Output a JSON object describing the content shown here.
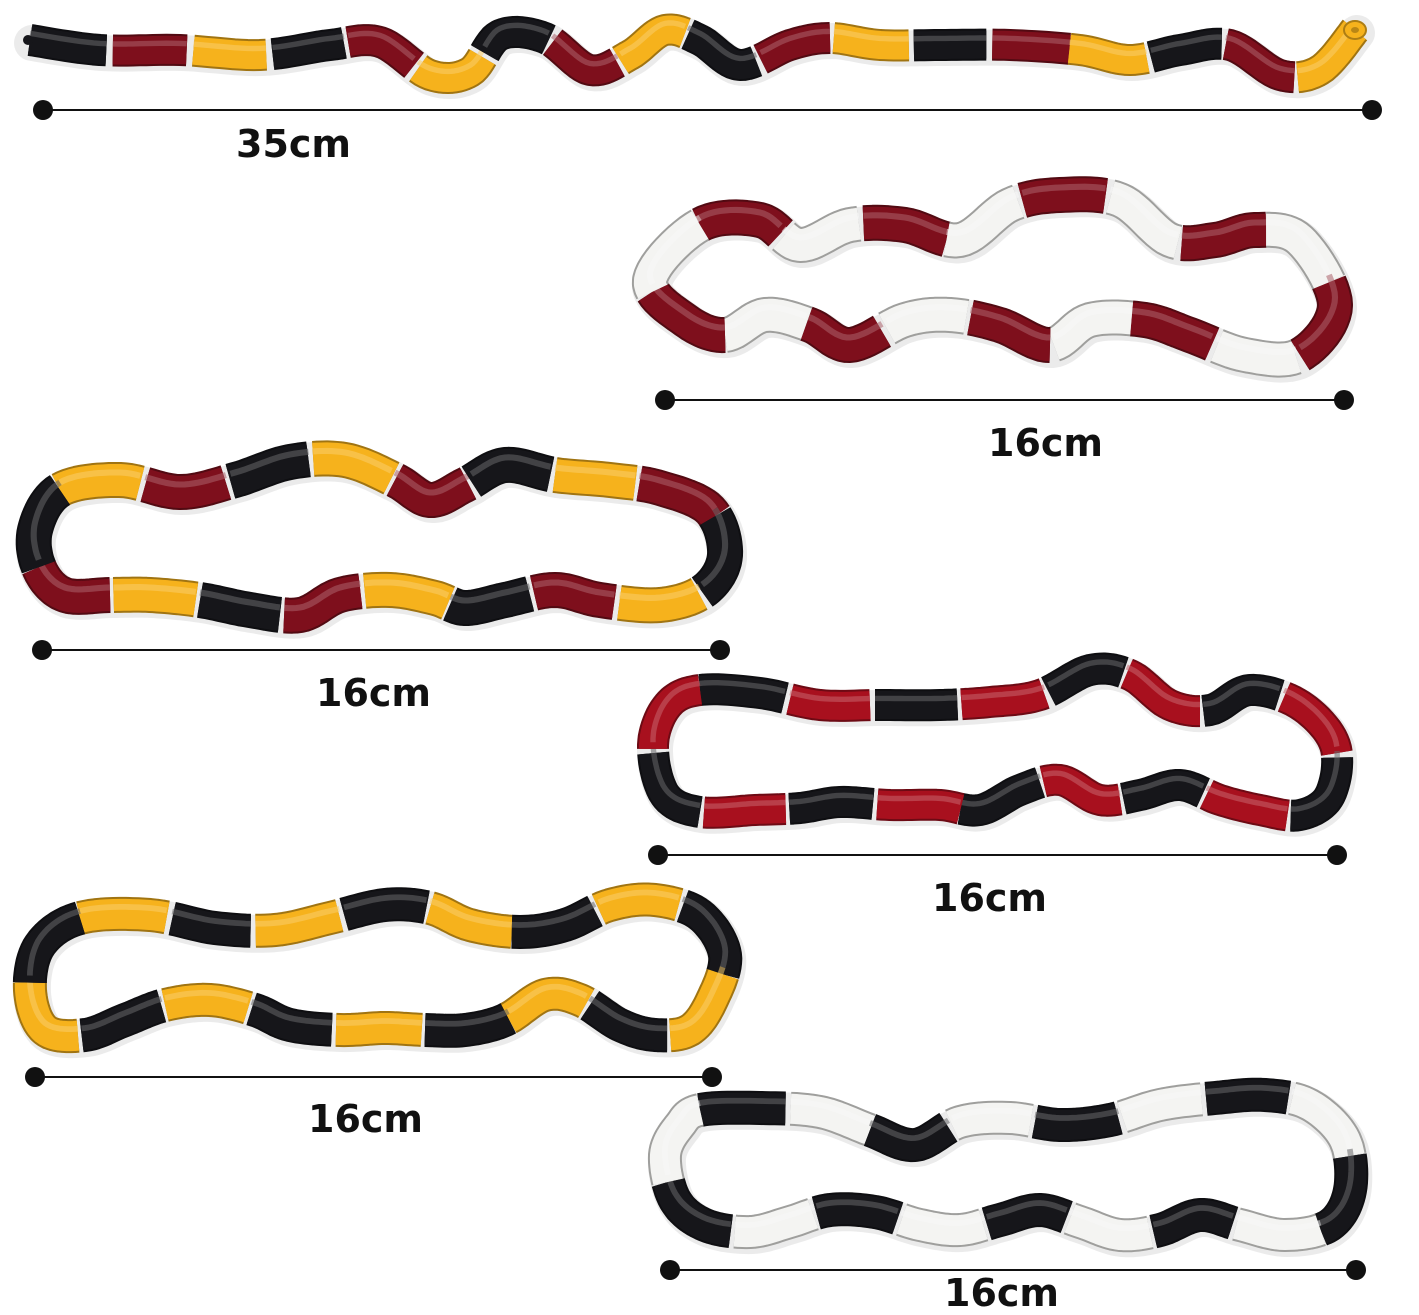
{
  "colors": {
    "black": "#16161a",
    "maroon": "#7e0f1c",
    "red": "#a8101e",
    "yellow": "#f6b21c",
    "white": "#f4f4f2",
    "ruler": "#111111"
  },
  "items": [
    {
      "measure": "35cm",
      "shape": "open",
      "palette": [
        "black",
        "maroon",
        "yellow",
        "black",
        "maroon",
        "yellow",
        "black",
        "maroon",
        "yellow",
        "black",
        "maroon",
        "yellow",
        "black",
        "maroon",
        "yellow",
        "black",
        "maroon",
        "yellow"
      ]
    },
    {
      "measure": "16cm",
      "shape": "loop",
      "palette": [
        "maroon",
        "white"
      ]
    },
    {
      "measure": "16cm",
      "shape": "loop",
      "palette": [
        "yellow",
        "maroon",
        "black"
      ]
    },
    {
      "measure": "16cm",
      "shape": "loop",
      "palette": [
        "black",
        "red"
      ]
    },
    {
      "measure": "16cm",
      "shape": "loop",
      "palette": [
        "yellow",
        "black"
      ]
    },
    {
      "measure": "16cm",
      "shape": "loop",
      "palette": [
        "black",
        "white"
      ]
    }
  ]
}
